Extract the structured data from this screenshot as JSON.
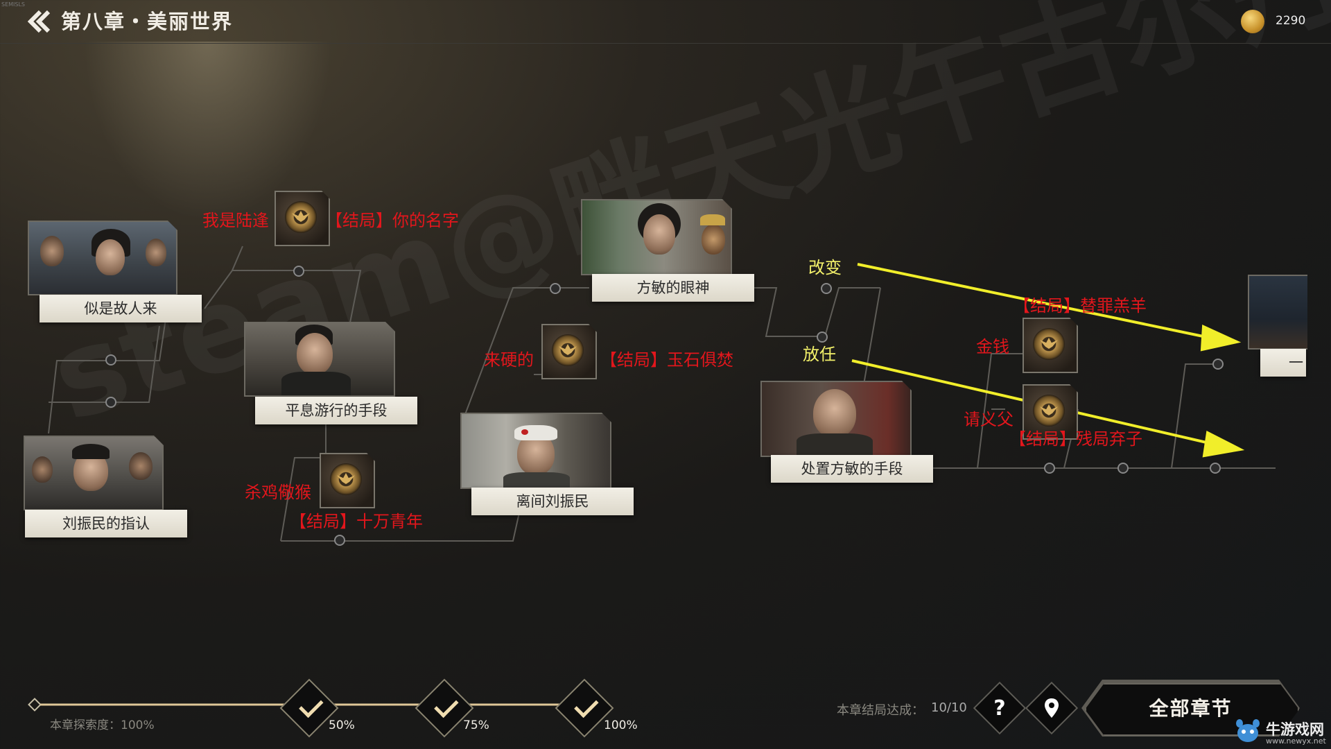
{
  "header": {
    "tiny_label": "SEMISLS",
    "title": "第八章・美丽世界",
    "coins": "2290"
  },
  "watermark": "steam@畔天光午古尔丹",
  "nodes": [
    {
      "id": "n1",
      "label": "似是故人来"
    },
    {
      "id": "n2",
      "label": "平息游行的手段"
    },
    {
      "id": "n3",
      "label": "刘振民的指认"
    },
    {
      "id": "n4",
      "label": "方敏的眼神"
    },
    {
      "id": "n5",
      "label": "离间刘振民"
    },
    {
      "id": "n6",
      "label": "处置方敏的手段"
    },
    {
      "id": "n7",
      "label": "一"
    }
  ],
  "annotations": {
    "red": [
      "我是陆逢",
      "【结局】你的名字",
      "来硬的",
      "【结局】玉石俱焚",
      "杀鸡儆猴",
      "【结局】十万青年",
      "金钱",
      "【结局】替罪羔羊",
      "请义父",
      "【结局】残局弃子"
    ],
    "yellow": [
      "改变",
      "放任"
    ]
  },
  "progress": {
    "label": "本章探索度：100%",
    "value": 1.0,
    "milestones": [
      "50%",
      "75%",
      "100%"
    ]
  },
  "endings": {
    "label": "本章结局达成：",
    "value": "10/10"
  },
  "buttons": {
    "help_icon": "question-icon",
    "map_icon": "map-pin-icon",
    "all_chapters": "全部章节"
  },
  "brand": {
    "name": "牛游戏网",
    "url": "www.newyx.net"
  },
  "colors": {
    "annotation_red": "#e3161c",
    "annotation_yellow": "#f3f16a",
    "plate": "#e8e4d8",
    "progress": "#e0c898"
  }
}
